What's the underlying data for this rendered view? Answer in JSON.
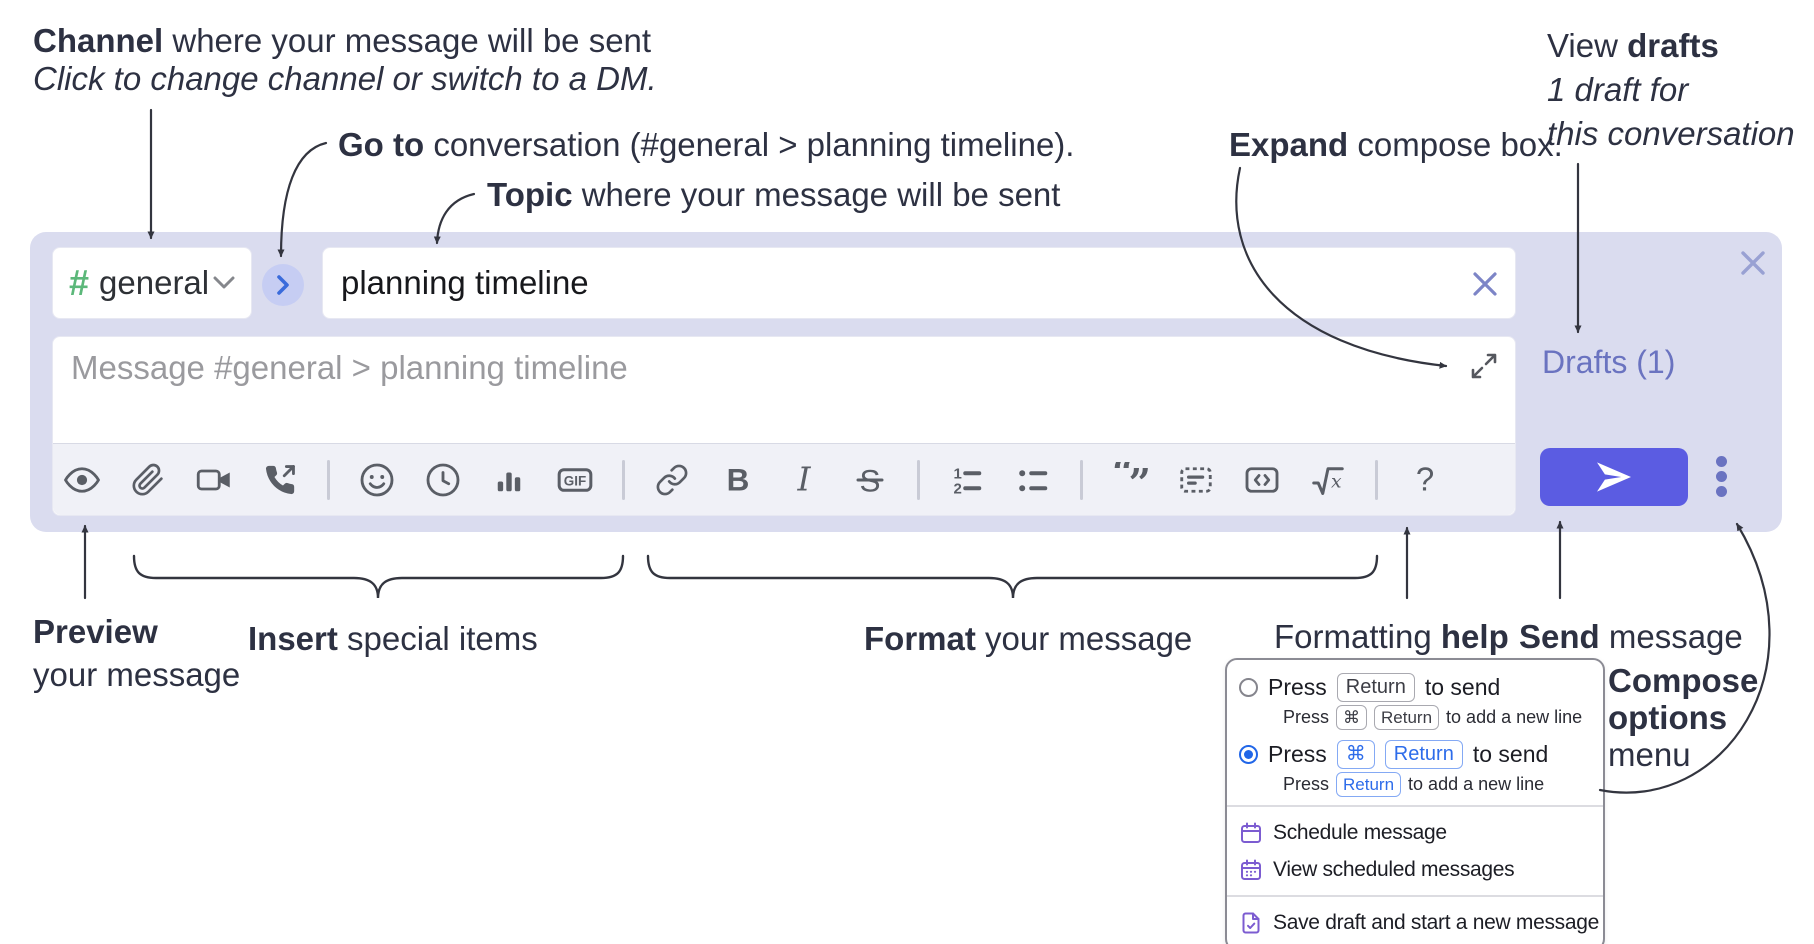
{
  "annotations": {
    "channel_bold": "Channel",
    "channel_rest": " where your message will be sent",
    "channel_sub": "Click to change channel or switch to a DM.",
    "goto_bold": "Go to",
    "goto_rest": " conversation (#general > planning timeline).",
    "topic_bold": "Topic",
    "topic_rest": " where your message will be sent",
    "expand_bold": "Expand",
    "expand_rest": " compose box.",
    "drafts_pre": "View ",
    "drafts_bold": "drafts",
    "drafts_line2": "1 draft for",
    "drafts_line3": "this conversation",
    "preview_bold": "Preview",
    "preview_line2": "your message",
    "insert_bold": "Insert",
    "insert_rest": " special items",
    "format_bold": "Format",
    "format_rest": " your message",
    "help_pre": "Formatting ",
    "help_bold": "help",
    "send_bold": "Send",
    "send_rest": " message",
    "compose_line1": "Compose",
    "compose_line2": "options",
    "compose_line3": "menu"
  },
  "compose": {
    "hash": "#",
    "channel_name": "general",
    "topic_value": "planning timeline",
    "message_placeholder": "Message #general > planning timeline",
    "drafts_label": "Drafts (1)"
  },
  "toolbar": {
    "gif_label": "GIF",
    "bold_label": "B",
    "italic_label": "I",
    "strike_label": "S",
    "math_label": "x",
    "help_label": "?",
    "icons": [
      "preview-eye",
      "paperclip-attach",
      "video-call",
      "audio-call",
      "emoji",
      "global-time",
      "poll",
      "gif",
      "link",
      "bold",
      "italic",
      "strikethrough",
      "numbered-list",
      "bulleted-list",
      "quote",
      "spoiler",
      "code",
      "math",
      "help"
    ]
  },
  "menu": {
    "opt1_pre": "Press",
    "opt1_kbd": "Return",
    "opt1_post": "to send",
    "opt1_sub_pre": "Press",
    "opt1_sub_kbd1": "⌘",
    "opt1_sub_kbd2": "Return",
    "opt1_sub_post": "to add a new line",
    "opt2_pre": "Press",
    "opt2_kbd1": "⌘",
    "opt2_kbd2": "Return",
    "opt2_post": "to send",
    "opt2_sub_pre": "Press",
    "opt2_sub_kbd": "Return",
    "opt2_sub_post": "to add a new line",
    "item_schedule": "Schedule message",
    "item_view_scheduled": "View scheduled messages",
    "item_save_draft": "Save draft and start a new message"
  },
  "colors": {
    "panel_bg": "#dadcef",
    "send_button": "#5b5ce2",
    "purple_link": "#6a73c0",
    "hash_green": "#5cb87a",
    "radio_blue": "#2166e8",
    "kbd_blue": "#2d6cea",
    "menu_icon_purple": "#7c5cd1",
    "annotation_text": "#2d3142"
  }
}
